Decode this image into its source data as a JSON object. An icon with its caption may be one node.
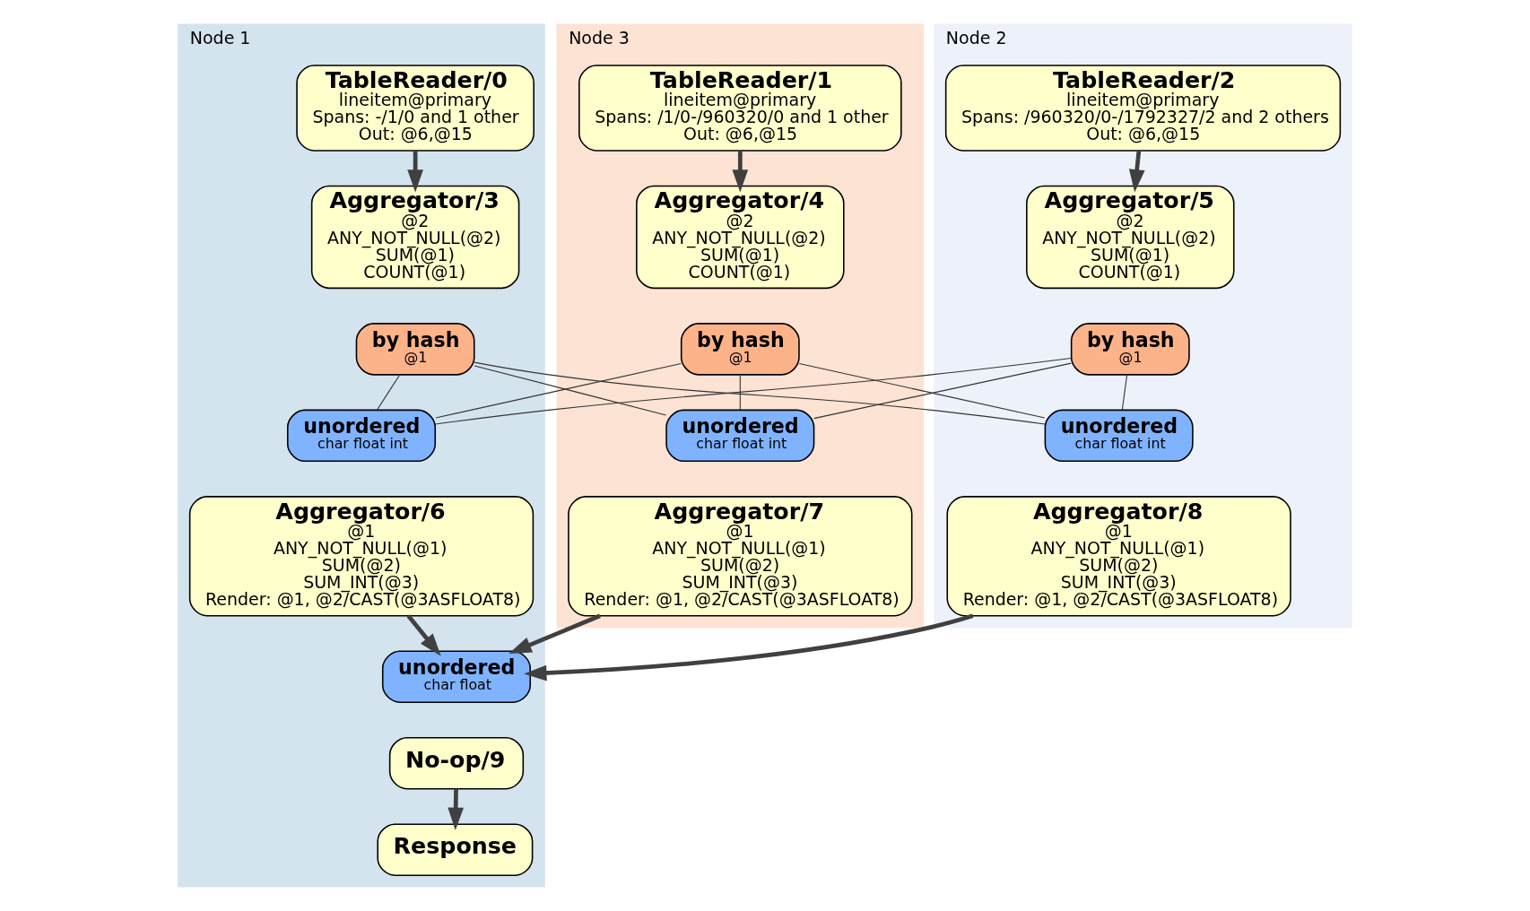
{
  "diagram": {
    "nodes": [
      {
        "text": [
          "Node 3"
        ]
      },
      {
        "text": [
          "TableReader/1",
          "lineitem@primary",
          "Spans: /1/0-/960320/0 and 1 other",
          "Out: @6,@15"
        ],
        "in": 0
      },
      {
        "text": [
          "Aggregator/4",
          "@2",
          "ANY_NOT_NULL(@2)",
          "SUM(@1)",
          "COUNT(@1)"
        ],
        "in": 0
      },
      {
        "text": [
          "by hash",
          "@1"
        ],
        "in": 0
      },
      {
        "text": [
          "unordered",
          "char float int"
        ],
        "in": 0
      },
      {
        "text": [
          "Aggregator/7",
          "@1",
          "ANY_NOT_NULL(@1)",
          "SUM(@2)",
          "SUM_INT(@3)",
          "Render: @1, @2/CAST(@3ASFLOAT8)"
        ],
        "in": 0
      },
      {
        "text": [
          "Node 1"
        ]
      },
      {
        "text": [
          "TableReader/0",
          "lineitem@primary",
          "Spans: -/1/0 and 1 other",
          "Out: @6,@15"
        ],
        "in": 6
      },
      {
        "text": [
          "Aggregator/3",
          "@2",
          "ANY_NOT_NULL(@2)",
          "SUM(@1)",
          "COUNT(@1)"
        ],
        "in": 6
      },
      {
        "text": [
          "by hash",
          "@1"
        ],
        "in": 6
      },
      {
        "text": [
          "unordered",
          "char float int"
        ],
        "in": 6
      },
      {
        "text": [
          "Aggregator/6",
          "@1",
          "ANY_NOT_NULL(@1)",
          "SUM(@2)",
          "SUM_INT(@3)",
          "Render: @1, @2/CAST(@3ASFLOAT8)"
        ],
        "in": 6
      },
      {
        "text": [
          "unordered",
          "char float"
        ],
        "in": 6
      },
      {
        "text": [
          "No-op/9"
        ],
        "in": 6
      },
      {
        "text": [
          "Response"
        ],
        "in": 6
      },
      {
        "text": [
          "Node 2"
        ]
      },
      {
        "text": [
          "TableReader/2",
          "lineitem@primary",
          "Spans: /960320/0-/1792327/2 and 2 others",
          "Out: @6,@15"
        ],
        "in": 15
      },
      {
        "text": [
          "Aggregator/5",
          "@2",
          "ANY_NOT_NULL(@2)",
          "SUM(@1)",
          "COUNT(@1)"
        ],
        "in": 15
      },
      {
        "text": [
          "by hash",
          "@1"
        ],
        "in": 15
      },
      {
        "text": [
          "unordered",
          "char float int"
        ],
        "in": 15
      },
      {
        "text": [
          "Aggregator/8",
          "@1",
          "ANY_NOT_NULL(@1)",
          "SUM(@2)",
          "SUM_INT(@3)",
          "Render: @1, @2/CAST(@3ASFLOAT8)"
        ],
        "in": 15
      }
    ],
    "edges": [
      {
        "from": 1,
        "to": 2,
        "arrow": "to",
        "style": "thick"
      },
      {
        "from": 7,
        "to": 8,
        "arrow": "to",
        "style": "thick"
      },
      {
        "from": 16,
        "to": 17,
        "arrow": "to",
        "style": "thick"
      },
      {
        "from": 3,
        "to": 4,
        "arrow": "none"
      },
      {
        "from": 3,
        "to": 10,
        "arrow": "none"
      },
      {
        "from": 3,
        "to": 19,
        "arrow": "none"
      },
      {
        "from": 9,
        "to": 4,
        "arrow": "none"
      },
      {
        "from": 9,
        "to": 10,
        "arrow": "none"
      },
      {
        "from": 9,
        "to": 19,
        "arrow": "none"
      },
      {
        "from": 18,
        "to": 4,
        "arrow": "none"
      },
      {
        "from": 18,
        "to": 10,
        "arrow": "none"
      },
      {
        "from": 18,
        "to": 19,
        "arrow": "none"
      },
      {
        "from": 5,
        "to": 12,
        "arrow": "to",
        "style": "thick"
      },
      {
        "from": 11,
        "to": 12,
        "arrow": "to",
        "style": "thick"
      },
      {
        "from": 20,
        "to": 12,
        "arrow": "to",
        "style": "thick"
      },
      {
        "from": 13,
        "to": 14,
        "arrow": "to",
        "style": "thick"
      }
    ]
  }
}
